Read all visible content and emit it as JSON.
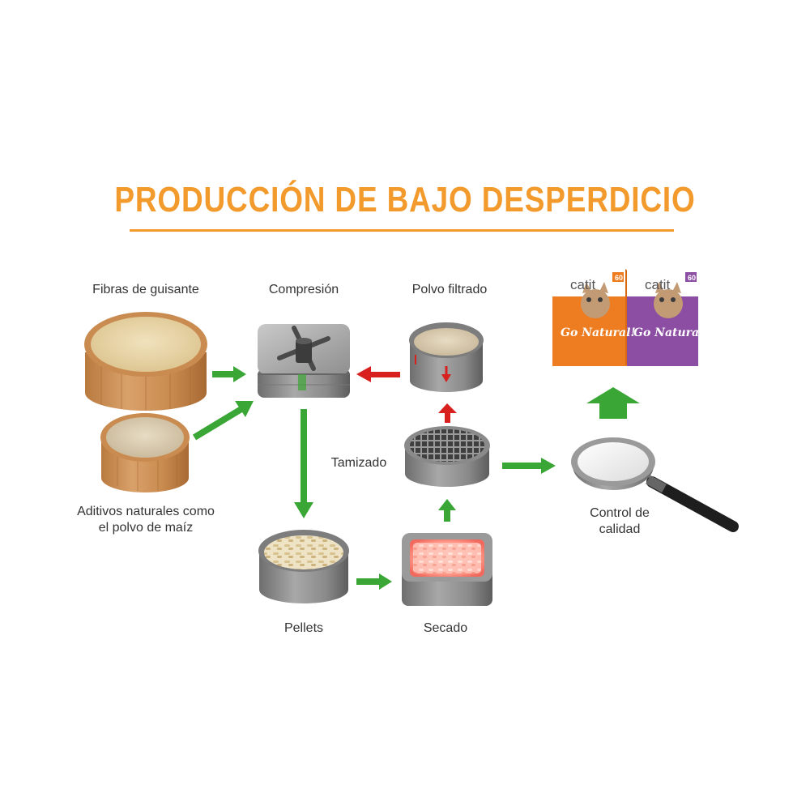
{
  "title": "PRODUCCIÓN DE BAJO DESPERDICIO",
  "nodes": {
    "pea_fibers": "Fibras de guisante",
    "additives": "Aditivos naturales como\nel polvo de maíz",
    "compression": "Compresión",
    "filtered_powder": "Polvo filtrado",
    "sieving": "Tamizado",
    "pellets": "Pellets",
    "drying": "Secado",
    "quality_control": "Control de\ncalidad"
  },
  "product": {
    "brand": "catit",
    "line": "Go Natural!",
    "badge": "60"
  },
  "colors": {
    "title": "#f39a2c",
    "flow_arrow": "#3aa635",
    "return_arrow": "#d8201f",
    "wood": "#c98b4f",
    "metal": "#8a8a8a",
    "box_orange": "#ee7d22",
    "box_purple": "#8b4ea3"
  }
}
